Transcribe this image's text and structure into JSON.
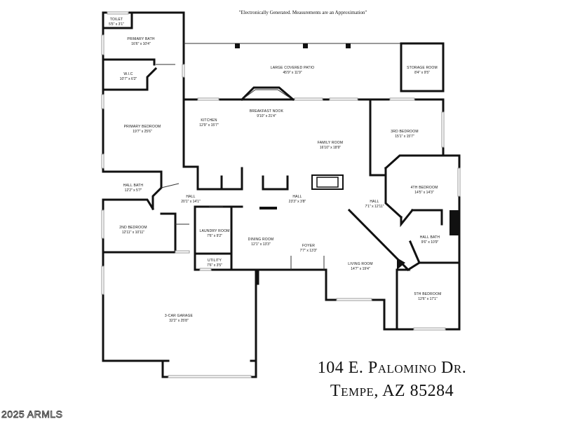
{
  "disclaimer": "\"Electronically Generated.  Measurements are an Approximation\"",
  "address": {
    "line1": "104 E. Palomino Dr.",
    "line2": "Tempe, AZ 85284"
  },
  "watermark": "2025 ARMLS",
  "rooms": [
    {
      "id": "toilet",
      "name": "TOILET",
      "dims": "5'5\" x 3'1\""
    },
    {
      "id": "primary-bath",
      "name": "PRIMARY BATH",
      "dims": "16'6\" x 10'4\""
    },
    {
      "id": "wic",
      "name": "W.I.C",
      "dims": "10'7\" x 6'2\""
    },
    {
      "id": "large-covered-patio",
      "name": "LARGE COVERED PATIO",
      "dims": "45'9\" x 11'9\""
    },
    {
      "id": "storage-room",
      "name": "STORAGE ROOM",
      "dims": "8'4\" x 9'5\""
    },
    {
      "id": "breakfast-nook",
      "name": "BREAKFAST NOOK",
      "dims": "9'10\" x 21'4\""
    },
    {
      "id": "kitchen",
      "name": "KITCHEN",
      "dims": "12'9\" x 15'7\""
    },
    {
      "id": "primary-bedroom",
      "name": "PRIMARY BEDROOM",
      "dims": "19'7\" x 25'6\""
    },
    {
      "id": "family-room",
      "name": "FAMILY ROOM",
      "dims": "16'10\" x 18'9\""
    },
    {
      "id": "3rd-bedroom",
      "name": "3RD BEDROOM",
      "dims": "15'1\" x 15'7\""
    },
    {
      "id": "4th-bedroom",
      "name": "4TH BEDROOM",
      "dims": "14'5\" x 14'3\""
    },
    {
      "id": "hall-bath-west",
      "name": "HALL BATH",
      "dims": "12'2\" x 5'7\""
    },
    {
      "id": "hall-west",
      "name": "HALL",
      "dims": "20'1\" x 14'1\""
    },
    {
      "id": "hall-center",
      "name": "HALL",
      "dims": "23'3\" x 3'8\""
    },
    {
      "id": "hall-east",
      "name": "HALL",
      "dims": "7'1\" x 12'11\""
    },
    {
      "id": "2nd-bedroom",
      "name": "2ND BEDROOM",
      "dims": "12'11\" x 10'11\""
    },
    {
      "id": "laundry-room",
      "name": "LAUNDRY ROOM",
      "dims": "7'6\" x 9'2\""
    },
    {
      "id": "dining-room",
      "name": "DINING ROOM",
      "dims": "12'1\" x 13'3\""
    },
    {
      "id": "foyer",
      "name": "FOYER",
      "dims": "7'7\" x 13'3\""
    },
    {
      "id": "hall-bath-east",
      "name": "HALL BATH",
      "dims": "9'6\" x 10'9\""
    },
    {
      "id": "utility",
      "name": "UTILITY",
      "dims": "7'6\" x 3'5\""
    },
    {
      "id": "living-room",
      "name": "LIVING ROOM",
      "dims": "14'7\" x 19'4\""
    },
    {
      "id": "5th-bedroom",
      "name": "5TH BEDROOM",
      "dims": "12'6\" x 17'1\""
    },
    {
      "id": "3-car-garage",
      "name": "3-CAR GARAGE",
      "dims": "32'2\" x 25'8\""
    }
  ]
}
